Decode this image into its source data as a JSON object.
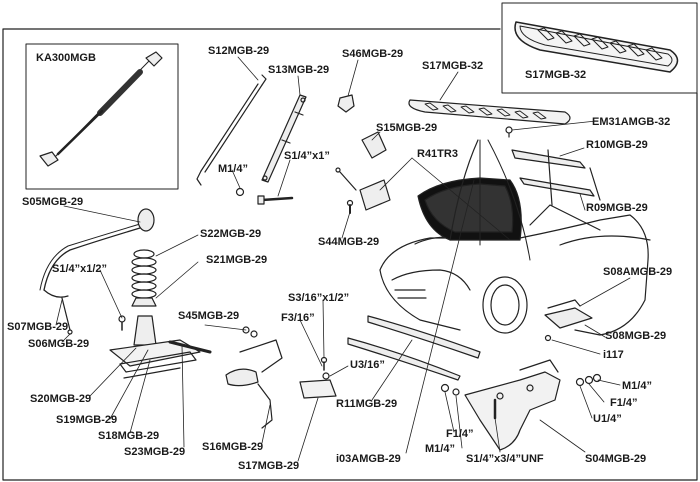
{
  "labels": {
    "ka300mgb": "KA300MGB",
    "s12mgb29": "S12MGB-29",
    "s13mgb29": "S13MGB-29",
    "s46mgb29": "S46MGB-29",
    "s17mgb32_main": "S17MGB-32",
    "s17mgb32_inset": "S17MGB-32",
    "em31amgb32": "EM31AMGB-32",
    "s15mgb29": "S15MGB-29",
    "r41tr3": "R41TR3",
    "r10mgb29": "R10MGB-29",
    "r09mgb29": "R09MGB-29",
    "m14": "M1/4”",
    "s14x1": "S1/4”x1”",
    "s44mgb29": "S44MGB-29",
    "s05mgb29": "S05MGB-29",
    "s22mgb29": "S22MGB-29",
    "s21mgb29": "S21MGB-29",
    "s14x12": "S1/4”x1/2”",
    "s07mgb29": "S07MGB-29",
    "s06mgb29": "S06MGB-29",
    "s08amgb29": "S08AMGB-29",
    "s08mgb29": "S08MGB-29",
    "i117": "i117",
    "s316x12": "S3/16”x1/2”",
    "f316": "F3/16”",
    "s45mgb29": "S45MGB-29",
    "u316": "U3/16”",
    "s20mgb29": "S20MGB-29",
    "s19mgb29": "S19MGB-29",
    "s18mgb29": "S18MGB-29",
    "s23mgb29": "S23MGB-29",
    "s16mgb29": "S16MGB-29",
    "s17mgb29": "S17MGB-29",
    "r11mgb29": "R11MGB-29",
    "i03amgb29": "i03AMGB-29",
    "f14_left": "F1/4”",
    "m14_left": "M1/4”",
    "s14x34unf": "S1/4”x3/4”UNF",
    "s04mgb29": "S04MGB-29",
    "m14_right": "M1/4”",
    "f14_right": "F1/4”",
    "u14": "U1/4”"
  }
}
